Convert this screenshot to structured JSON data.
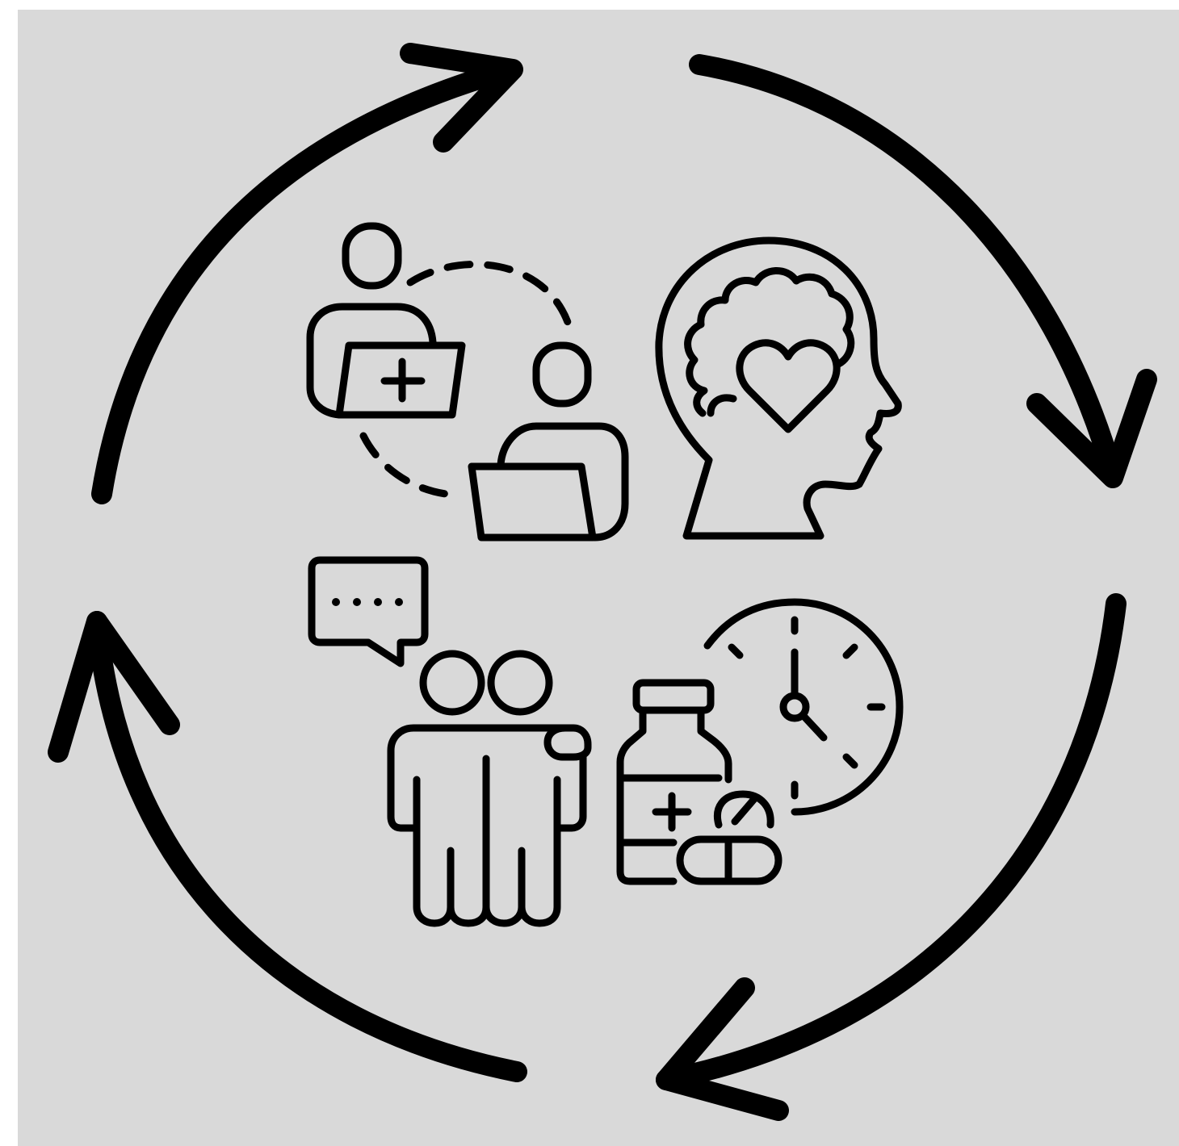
{
  "diagram": {
    "background_color": "#d9d9d9",
    "stroke_color": "#000000",
    "cycle_arrows": [
      "arrow-top",
      "arrow-right",
      "arrow-bottom",
      "arrow-left"
    ],
    "icons": [
      {
        "id": "telehealth",
        "icon": "telehealth-consultation-icon"
      },
      {
        "id": "mental-health",
        "icon": "mental-health-icon"
      },
      {
        "id": "peer-support",
        "icon": "peer-support-icon"
      },
      {
        "id": "medication-schedule",
        "icon": "medication-schedule-icon"
      }
    ]
  }
}
